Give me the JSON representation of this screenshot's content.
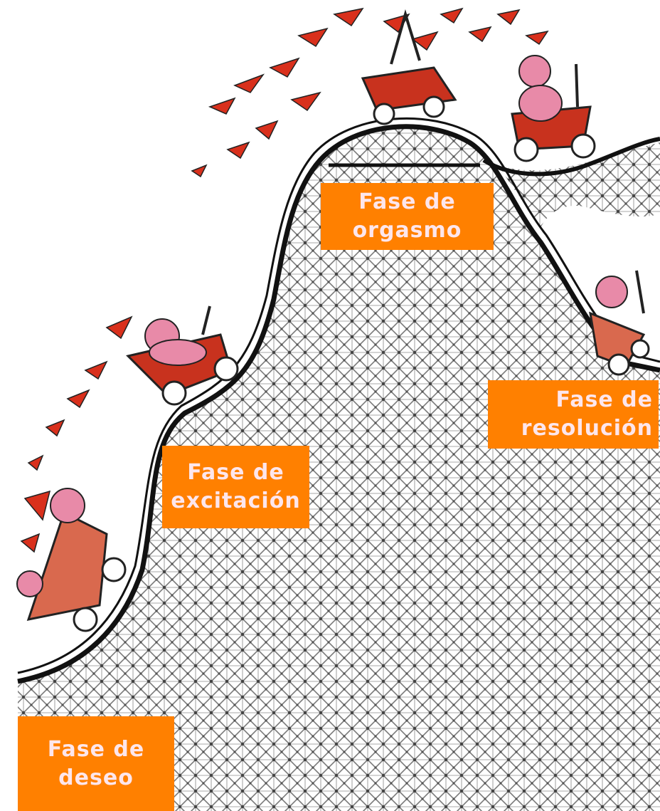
{
  "phases": {
    "deseo": [
      "Fase de",
      "deseo"
    ],
    "excitacion": [
      "Fase de",
      "excitación"
    ],
    "orgasmo": [
      "Fase de",
      "orgasmo"
    ],
    "resolucion": [
      "Fase de",
      "resolución"
    ]
  },
  "colors": {
    "label_bg": "#ff8000",
    "label_text": "#fde6ec",
    "track": "#111111",
    "cart_red": "#c8321e",
    "cart_pale": "#d9694e",
    "rider_pink": "#e88aa8",
    "scaffold": "#6d6d6d",
    "debris_red": "#d9301c"
  }
}
